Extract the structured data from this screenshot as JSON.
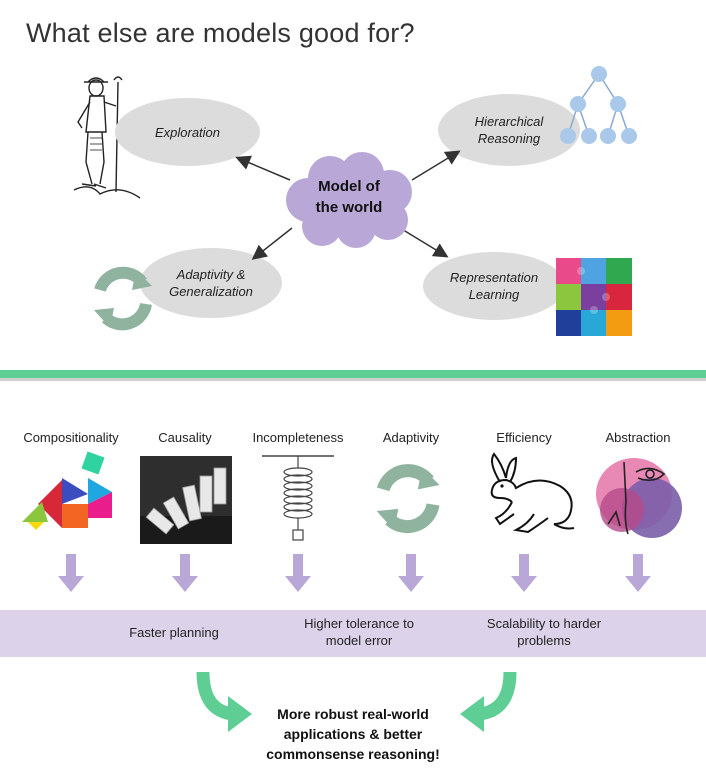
{
  "title": "What else are models good for?",
  "center": {
    "line1": "Model of",
    "line2": "the world"
  },
  "top_nodes": [
    {
      "line1": "Exploration",
      "line2": ""
    },
    {
      "line1": "Hierarchical",
      "line2": "Reasoning"
    },
    {
      "line1": "Adaptivity &",
      "line2": "Generalization"
    },
    {
      "line1": "Representation",
      "line2": "Learning"
    }
  ],
  "concepts": [
    "Compositionality",
    "Causality",
    "Incompleteness",
    "Adaptivity",
    "Efficiency",
    "Abstraction"
  ],
  "benefits": [
    {
      "line1": "Faster planning",
      "line2": ""
    },
    {
      "line1": "Higher tolerance to",
      "line2": "model error"
    },
    {
      "line1": "Scalability to harder",
      "line2": "problems"
    }
  ],
  "outcome": {
    "line1": "More robust real-world",
    "line2": "applications & better",
    "line3": "commonsense reasoning!"
  },
  "colors": {
    "divider": "#5fce94",
    "cloud": "#b9a7d8",
    "band": "#dcd3ea",
    "down_arrow": "#b9a7d8",
    "curved_arrow": "#5fce94",
    "ellipse": "#dcdcdc",
    "tree_node": "#a9c8ea"
  }
}
